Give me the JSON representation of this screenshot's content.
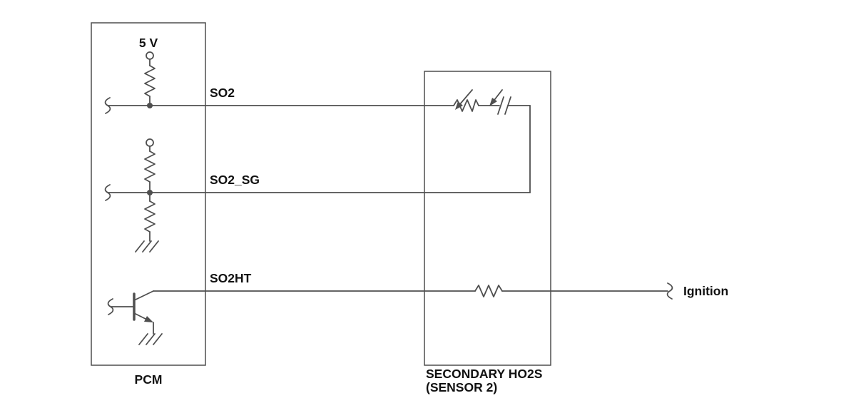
{
  "diagram": {
    "title_context": "PCM to Secondary HO2S wiring schematic",
    "labels": {
      "supply": "5 V",
      "so2": "SO2",
      "so2_sg": "SO2_SG",
      "so2ht": "SO2HT",
      "pcm": "PCM",
      "sensor_line1": "SECONDARY HO2S",
      "sensor_line2": "(SENSOR 2)",
      "ignition": "Ignition"
    },
    "colors": {
      "line": "#4f4f4f",
      "text": "#111111",
      "background": "#ffffff"
    }
  }
}
